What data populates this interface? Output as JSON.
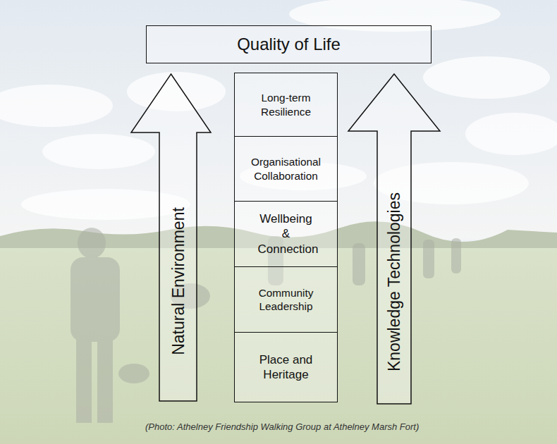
{
  "diagram": {
    "caption": "(Photo: Athelney Friendship Walking Group at Athelney Marsh Fort)",
    "nodes": [
      {
        "text": [
          "Quality of Life"
        ]
      },
      {
        "text": [
          "Natural Environment"
        ]
      },
      {
        "text": [
          "Long-term Resilience"
        ]
      },
      {
        "text": [
          "Organisational Collaboration"
        ]
      },
      {
        "text": [
          "Wellbeing & Connection"
        ]
      },
      {
        "text": [
          "Community Leadership"
        ]
      },
      {
        "text": [
          "Place and Heritage"
        ]
      },
      {
        "text": [
          "Knowledge Technologies"
        ]
      }
    ]
  }
}
